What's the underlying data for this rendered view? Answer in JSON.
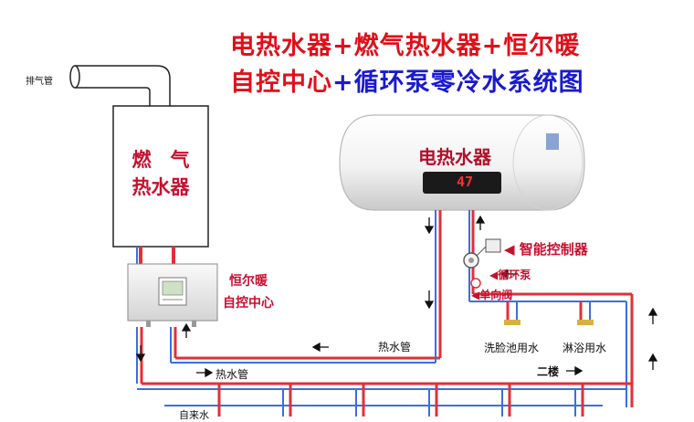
{
  "title": {
    "line1_parts": [
      "电热水器",
      "+燃气热水器+",
      "恒尔暖"
    ],
    "line2_parts": [
      "自控中心",
      "+循环泵零冷水系统图"
    ]
  },
  "labels": {
    "exhaust_pipe": "排气管",
    "gas_heater_line1": "燃　气",
    "gas_heater_line2": "热水器",
    "control_center_line1": "恒尔暖",
    "control_center_line2": "自控中心",
    "electric_heater": "电热水器",
    "heater_display": "47",
    "smart_controller": "智能控制器",
    "circulation_pump": "循环泵",
    "check_valve": "单向阀",
    "washbasin": "洗脸池用水",
    "shower": "淋浴用水",
    "second_floor": "二楼",
    "hot_water_pipe_1": "热水管",
    "hot_water_pipe_2": "热水管",
    "bottom_partial": "自来水"
  },
  "colors": {
    "hot_pipe": "#e0303a",
    "cold_pipe": "#3a6fe0",
    "title_blue": "#1a1ad0",
    "title_red": "#e0101a"
  }
}
